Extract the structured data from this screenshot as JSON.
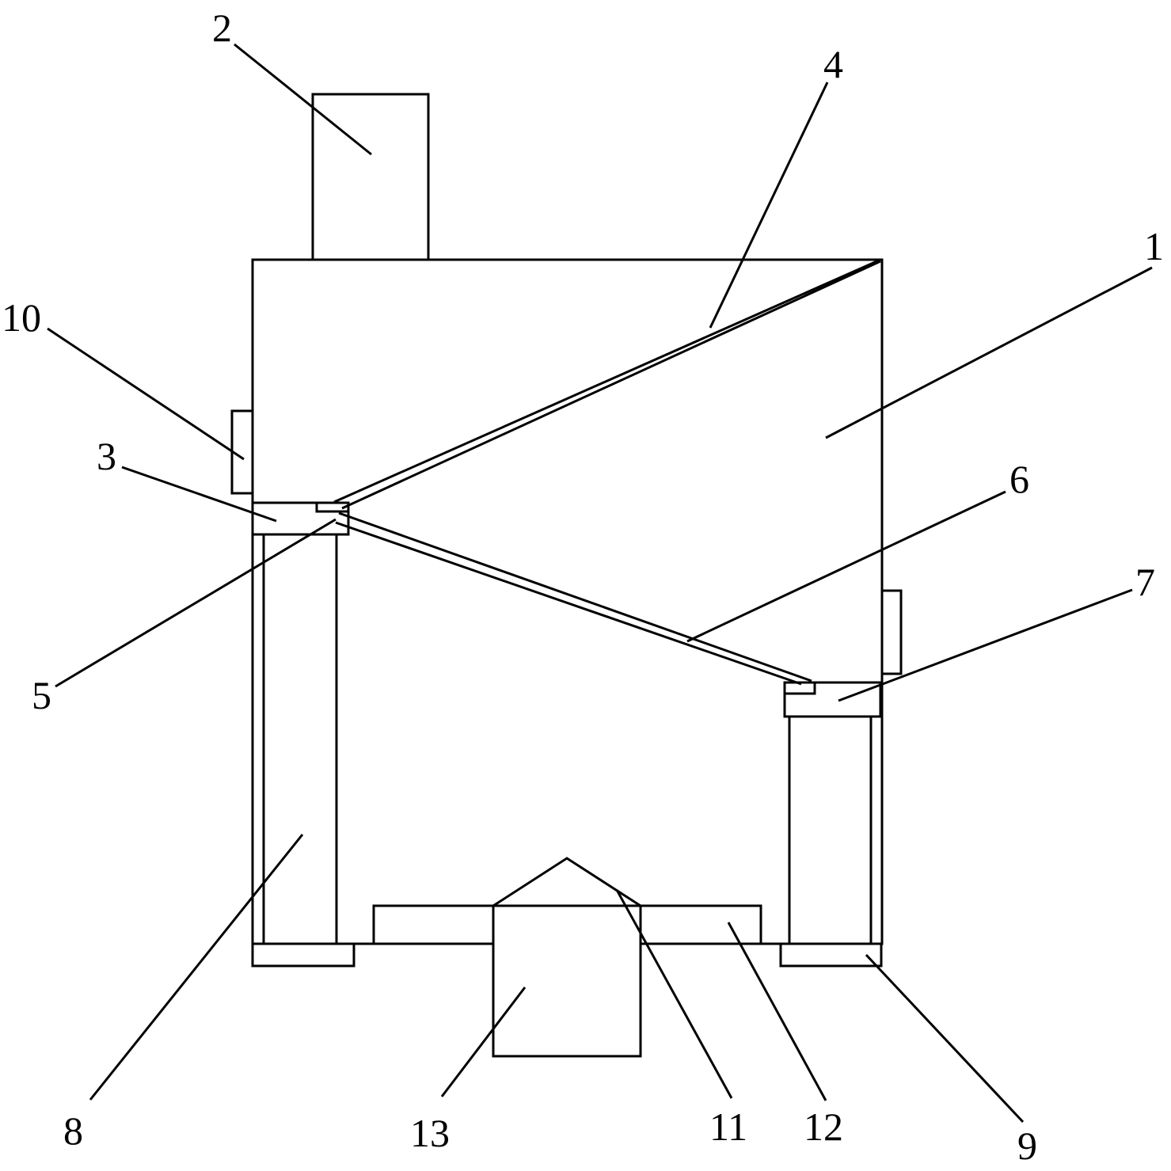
{
  "diagram": {
    "line_color": "#000000",
    "background": "#ffffff",
    "labels": {
      "l1": "1",
      "l2": "2",
      "l3": "3",
      "l4": "4",
      "l5": "5",
      "l6": "6",
      "l7": "7",
      "l8": "8",
      "l9": "9",
      "l10": "10",
      "l11": "11",
      "l12": "12",
      "l13": "13"
    }
  }
}
